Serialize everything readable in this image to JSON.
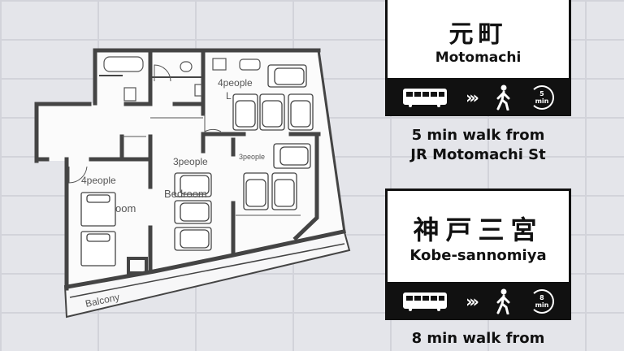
{
  "floor_plan": {
    "labels": {
      "living_room_capacity": "4people",
      "living_room_name_fragment": "L",
      "room2_capacity": "3people",
      "room2_name_fragment": "Bedroom",
      "room3_capacity": "3people",
      "bedroom_capacity": "4people",
      "bedroom_name_fragment": "oom",
      "balcony": "Balcony"
    }
  },
  "stations": [
    {
      "name_ja": "元町",
      "name_en": "Motomachi",
      "walk_minutes": "5",
      "clock_unit": "min",
      "caption_line1": "5 min walk from",
      "caption_line2": "JR Motomachi St",
      "icons": [
        "train-icon",
        "chevrons-icon",
        "walking-person-icon",
        "clock-icon"
      ]
    },
    {
      "name_ja": "神戸三宮",
      "name_en": "Kobe-sannomiya",
      "walk_minutes": "8",
      "clock_unit": "min",
      "caption_line1": "8 min walk from",
      "icons": [
        "train-icon",
        "chevrons-icon",
        "walking-person-icon",
        "clock-icon"
      ]
    }
  ],
  "colors": {
    "wall": "#444444",
    "sign_black": "#111111"
  }
}
